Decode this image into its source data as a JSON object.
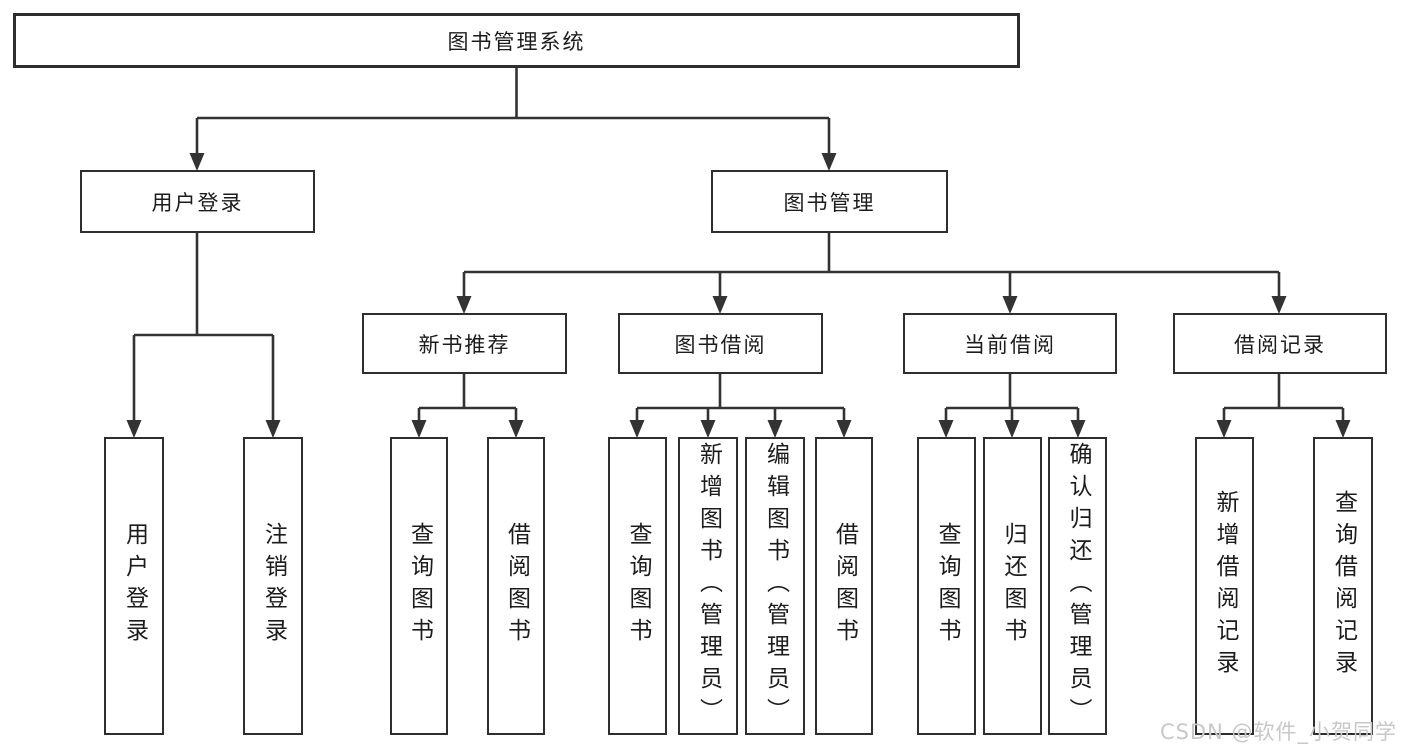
{
  "title": "图书管理系统",
  "colors": {
    "line": "#333333",
    "border": "#2e2e2e",
    "text": "#1c1c1c",
    "watermark": "#c8c8c8",
    "background": "#ffffff"
  },
  "nodes": {
    "root": {
      "label": "图书管理系统"
    },
    "level2": [
      {
        "label": "用户登录"
      },
      {
        "label": "图书管理"
      }
    ],
    "level3": [
      {
        "label": "新书推荐"
      },
      {
        "label": "图书借阅"
      },
      {
        "label": "当前借阅"
      },
      {
        "label": "借阅记录"
      }
    ],
    "leaves": {
      "login": [
        "用户登录",
        "注销登录"
      ],
      "newbook": [
        "查询图书",
        "借阅图书"
      ],
      "borrow": [
        "查询图书",
        "新增图书（管理员）",
        "编辑图书（管理员）",
        "借阅图书"
      ],
      "current": [
        "查询图书",
        "归还图书",
        "确认归还（管理员）"
      ],
      "records": [
        "新增借阅记录",
        "查询借阅记录"
      ]
    }
  },
  "watermark": "CSDN @软件_小贺同学"
}
